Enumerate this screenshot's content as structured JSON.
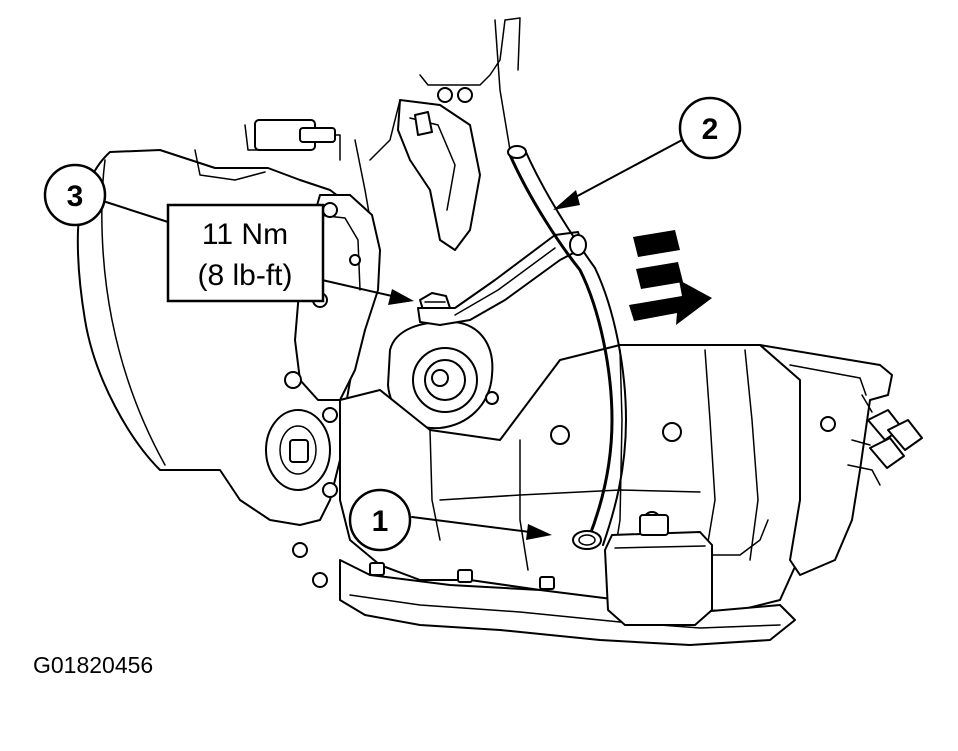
{
  "figure": {
    "id": "G01820456"
  },
  "callouts": [
    {
      "number": "1"
    },
    {
      "number": "2"
    },
    {
      "number": "3"
    }
  ],
  "torque_spec": {
    "value": "11 Nm",
    "imperial": "(8 lb-ft)"
  },
  "colors": {
    "line": "#000000",
    "background": "#ffffff"
  },
  "icons": [
    "arrow-icon",
    "direction-arrow-icon",
    "hex-bolt-icon"
  ]
}
